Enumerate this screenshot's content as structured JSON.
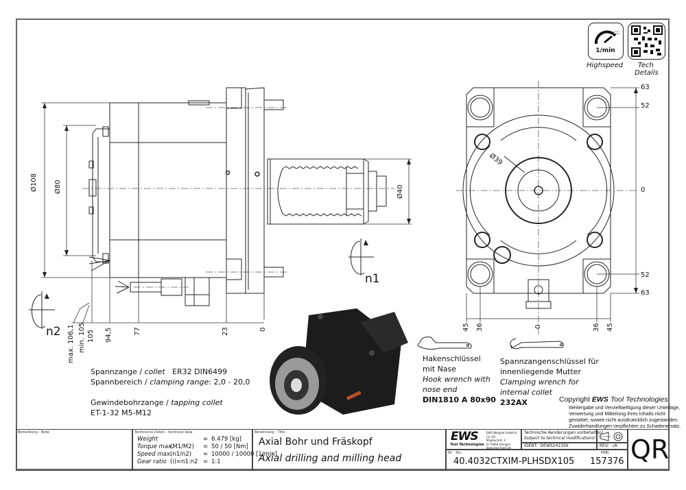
{
  "badges": {
    "highspeed": {
      "icon": "speedometer-icon",
      "value": "1/min",
      "label": "Highspeed"
    },
    "tech_details": {
      "icon": "qr-code-icon",
      "label_line1": "Tech",
      "label_line2": "Details"
    }
  },
  "side_view": {
    "diameters": {
      "outer": "Ø108",
      "inner": "Ø80",
      "shank": "Ø40"
    },
    "axial_dims": {
      "max": "max. 106,1",
      "min": "min. 105",
      "d105": "105",
      "d94_5": "94,5",
      "d77": "77",
      "d23": "23",
      "d0": "0"
    },
    "rotation_labels": {
      "n1": "n1",
      "n2": "n2"
    }
  },
  "front_view": {
    "bore": "Ø39",
    "vertical_dims": [
      "63",
      "52",
      "0",
      "52",
      "63"
    ],
    "horizontal_dims": [
      "45",
      "36",
      "0",
      "36",
      "45"
    ]
  },
  "notes": {
    "collet_line1_de": "Spannzange /",
    "collet_line1_en": "collet",
    "collet_line1_spec": "ER32    DIN6499",
    "range_de": "Spannbereich /",
    "range_en": "clamping range",
    "range_value": ": 2,0 - 20,0",
    "tapping_de": "Gewindebohrzange /",
    "tapping_en": "tapping collet",
    "tapping_spec": "ET-1-32   M5-M12"
  },
  "wrenches": {
    "hook": {
      "de_line1": "Hakenschlüssel",
      "de_line2": "mit Nase",
      "en_line1": "Hook wrench with",
      "en_line2": "nose end",
      "spec": "DIN1810  A  80x90"
    },
    "clamping": {
      "de_line1": "Spannzangenschlüssel für",
      "de_line2": "innenliegende Mutter",
      "en_line1": "Clamping wrench for",
      "en_line2": "internal collet",
      "spec": "232AX"
    }
  },
  "copyright": {
    "prefix": "Copyright",
    "brand": "EWS",
    "suffix": "Tool Technologies",
    "lines": [
      "Weitergabe und Vervielfaeltigung dieser Unterlage,",
      "Verwertung und Mitteilung ihres Inhalts nicht",
      "gestattet, soweit nicht ausdruecklich zugestanden.",
      "Zuwiderhandlungen verpflichten zu Schadenersatz."
    ]
  },
  "title_block": {
    "note_header": "Bemerkung - Note",
    "tech_header": "Technische Daten - technical data",
    "tech_rows": [
      {
        "label": "Weight",
        "param": "",
        "eq": "=",
        "value": "6.479 [kg]"
      },
      {
        "label": "Torque max.",
        "param": "(M1/M2)",
        "eq": "=",
        "value": "50 / 50 [Nm]"
      },
      {
        "label": "Speed max.",
        "param": "(n1/n2)",
        "eq": "=",
        "value": "10000 / 10000 [1/min]"
      },
      {
        "label": "Gear ratio",
        "param": "(i)=n1:n2",
        "eq": "=",
        "value": "1:1"
      }
    ],
    "title_header": "Benennung - Title",
    "title_de": "Axial Bohr und Fräskopf",
    "title_en": "Axial drilling and milling head",
    "logo_text": "EWS",
    "logo_sub": "Tool Technologies",
    "company_lines": [
      "EWS Weigele GmbH & Co. KG",
      "Maybachstr. 1",
      "D-73066 Uhingen",
      "www.ews-tools.de"
    ],
    "modif_de": "Technische Aenderungen vorbehalten!",
    "modif_en": "Subject to technical modifications!",
    "ident_label": "IDENT:",
    "ident_value": "DEWS241356",
    "rev_label": "REV:",
    "rev_value": "-/A",
    "nr_label": "Nr. - No.",
    "part_number": "40.4032CTXIM-PLHSDX105",
    "mnr_label": "MNR.",
    "mnr_value": "157376",
    "qr_label": "QR"
  }
}
